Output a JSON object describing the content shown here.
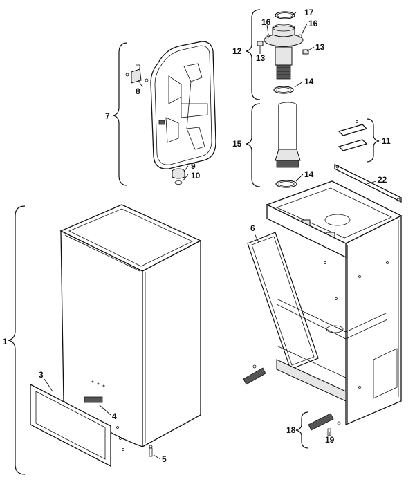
{
  "callouts": {
    "c1": "1",
    "c3": "3",
    "c4": "4",
    "c5": "5",
    "c6": "6",
    "c7": "7",
    "c8": "8",
    "c9": "9",
    "c10": "10",
    "c11": "11",
    "c12": "12",
    "c13a": "13",
    "c13b": "13",
    "c14a": "14",
    "c14b": "14",
    "c15": "15",
    "c16a": "16",
    "c16b": "16",
    "c17": "17",
    "c18": "18",
    "c19": "19",
    "c22": "22"
  }
}
